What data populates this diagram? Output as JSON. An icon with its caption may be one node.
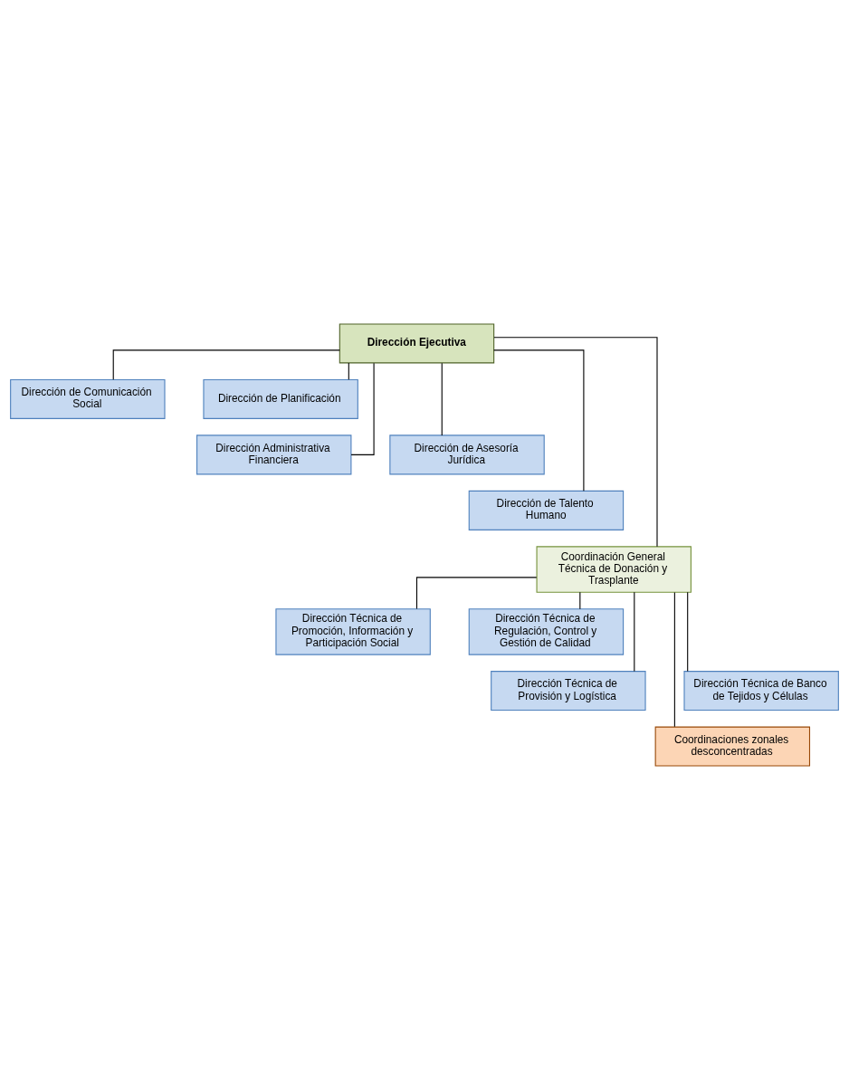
{
  "diagram": {
    "nodes": [
      {
        "text": [
          "Dirección Ejecutiva"
        ]
      },
      {
        "text": [
          "Dirección de Comunicación Social"
        ]
      },
      {
        "text": [
          "Dirección de Planificación"
        ]
      },
      {
        "text": [
          "Dirección Administrativa Financiera"
        ]
      },
      {
        "text": [
          "Dirección de Asesoría Jurídica"
        ]
      },
      {
        "text": [
          "Dirección de Talento Humano"
        ]
      },
      {
        "text": [
          "Coordinación General Técnica de Donación y Trasplante"
        ]
      },
      {
        "text": [
          "Dirección Técnica de Promoción, Información y Participación Social"
        ]
      },
      {
        "text": [
          "Dirección Técnica de Regulación, Control y Gestión de Calidad"
        ]
      },
      {
        "text": [
          "Dirección Técnica de Provisión y Logística"
        ]
      },
      {
        "text": [
          "Dirección Técnica de Banco de Tejidos y Células"
        ]
      },
      {
        "text": [
          "Coordinaciones zonales desconcentradas"
        ]
      }
    ],
    "edges": [
      {
        "from": 0,
        "to": 1,
        "arrow": "none"
      },
      {
        "from": 0,
        "to": 2,
        "arrow": "none"
      },
      {
        "from": 0,
        "to": 3,
        "arrow": "none"
      },
      {
        "from": 0,
        "to": 4,
        "arrow": "none"
      },
      {
        "from": 0,
        "to": 5,
        "arrow": "none"
      },
      {
        "from": 0,
        "to": 6,
        "arrow": "none"
      },
      {
        "from": 6,
        "to": 7,
        "arrow": "none"
      },
      {
        "from": 6,
        "to": 8,
        "arrow": "none"
      },
      {
        "from": 6,
        "to": 9,
        "arrow": "none"
      },
      {
        "from": 6,
        "to": 10,
        "arrow": "none"
      },
      {
        "from": 6,
        "to": 11,
        "arrow": "none"
      }
    ]
  }
}
